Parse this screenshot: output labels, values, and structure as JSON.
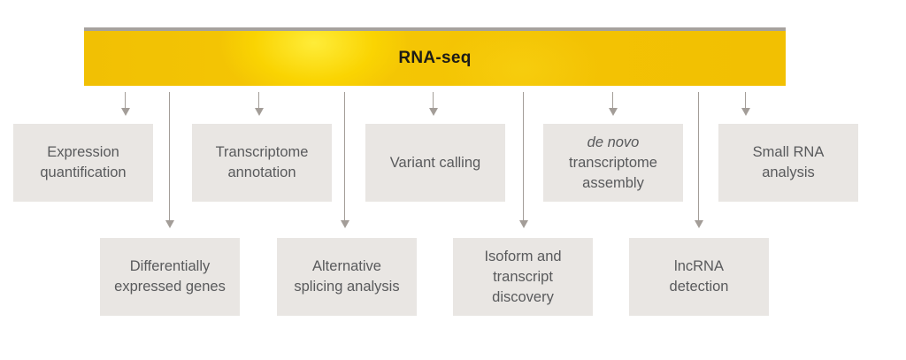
{
  "banner": {
    "title": "RNA-seq",
    "background_color": "#f3c303",
    "top_bar_color": "#a6a29e",
    "title_color": "#1c1b17"
  },
  "boxes": {
    "top_row": [
      {
        "label": "Expression quantification",
        "lines": [
          "Expression",
          "quantification"
        ]
      },
      {
        "label": "Transcriptome annotation",
        "lines": [
          "Transcriptome",
          "annotation"
        ]
      },
      {
        "label": "Variant calling",
        "lines": [
          "Variant calling"
        ]
      },
      {
        "label": "de novo transcriptome assembly",
        "lines": [
          "de novo",
          "transcriptome",
          "assembly"
        ],
        "italic_line_index": 0
      },
      {
        "label": "Small RNA analysis",
        "lines": [
          "Small RNA",
          "analysis"
        ]
      }
    ],
    "bottom_row": [
      {
        "label": "Differentially expressed genes",
        "lines": [
          "Differentially",
          "expressed genes"
        ]
      },
      {
        "label": "Alternative splicing analysis",
        "lines": [
          "Alternative",
          "splicing analysis"
        ]
      },
      {
        "label": "Isoform and transcript discovery",
        "lines": [
          "Isoform and",
          "transcript",
          "discovery"
        ]
      },
      {
        "label": "lncRNA detection",
        "lines": [
          "lncRNA",
          "detection"
        ]
      }
    ]
  },
  "colors": {
    "box_background": "#e9e6e3",
    "box_text": "#595a5c",
    "arrow": "#a39d98"
  }
}
